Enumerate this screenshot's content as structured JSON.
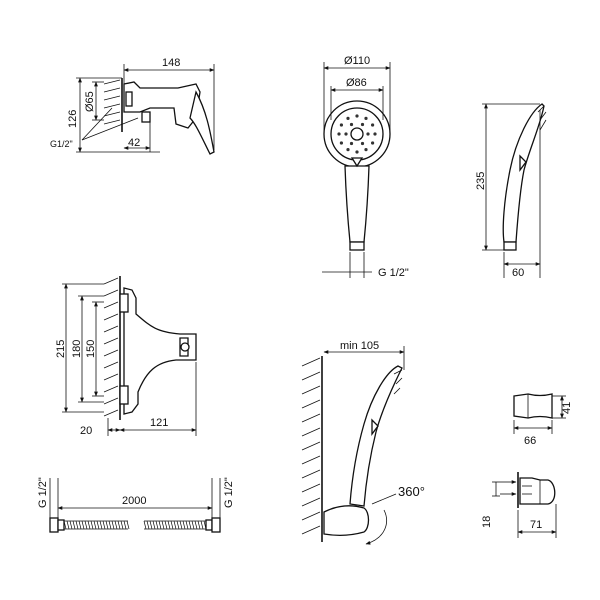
{
  "mixer_top": {
    "width_label": "148",
    "height_label": "126",
    "diameter_label": "Ø65",
    "thread_label": "G1/2\"",
    "depth_label": "42"
  },
  "hand_shower_front": {
    "outer_diameter_label": "Ø110",
    "face_diameter_label": "Ø86",
    "thread_label": "G 1/2\""
  },
  "hand_shower_side": {
    "length_label": "235",
    "depth_label": "60"
  },
  "mixer_front": {
    "height_outer_label": "215",
    "height_mid_label": "180",
    "center_distance_label": "150",
    "wall_offset_label": "20",
    "projection_label": "121"
  },
  "mounted_shower": {
    "min_reach_label": "min 105",
    "rotation_label": "360°"
  },
  "holder": {
    "height_label": "41",
    "width_label": "66",
    "bracket_depth_label": "18",
    "bracket_width_label": "71"
  },
  "hose": {
    "length_label": "2000",
    "left_thread_label": "G 1/2\"",
    "right_thread_label": "G 1/2\""
  }
}
